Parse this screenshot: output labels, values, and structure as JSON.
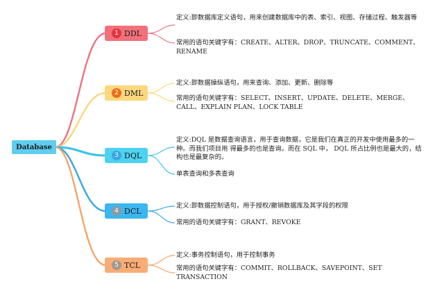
{
  "root": {
    "label": "Database"
  },
  "branches": [
    {
      "id": "ddl",
      "number": "1",
      "label": "DDL",
      "color": "#f2707c",
      "badge_color": "#e5333f",
      "items": [
        "定义:即数据库定义语句，用来创建数据库中的表、索引、视图、存储过程、触发器等",
        "常用的语句关键字有：CREATE、ALTER、DROP、TRUNCATE、COMMENT、RENAME"
      ]
    },
    {
      "id": "dml",
      "number": "2",
      "label": "DML",
      "color": "#fbd77e",
      "badge_color": "#ea6f16",
      "items": [
        "定义:即数据操纵语句，用来查询、添加、更新、删除等",
        "常用的语句关键字有：SELECT、INSERT、UPDATE、DELETE、MERGE、CALL、EXPLAIN PLAN、LOCK TABLE"
      ]
    },
    {
      "id": "dql",
      "number": "3",
      "label": "DQL",
      "color": "#4dd3f0",
      "badge_color": "#3aa7e6",
      "items": [
        "定义:DQL 是数据查询语言，用于查询数据，它是我们在真正的开发中使用最多的一种。而我们项目用 得最多的也是查询。而在 SQL 中， DQL 所占比例也是最大的，结构也是最复杂的。",
        "单表查询和多表查询"
      ]
    },
    {
      "id": "dcl",
      "number": "4",
      "label": "DCL",
      "color": "#3cb6ee",
      "badge_color": "#8a9aa3",
      "items": [
        "定义:即数据控制语句，用于授权/撤销数据库及其字段的权限",
        "常用的语句关键字有：GRANT、REVOKE"
      ]
    },
    {
      "id": "tcl",
      "number": "5",
      "label": "TCL",
      "color": "#f8ad76",
      "badge_color": "#a6998f",
      "items": [
        "定义:事务控制语句，用于控制事务",
        "常用的语句关键字有：COMMIT、ROLLBACK、SAVEPOINT、SET TRANSACTION"
      ]
    }
  ],
  "colors": {
    "root": "#5ecdf0",
    "link_ddl": "#f1707f",
    "link_dml": "#fbd77e",
    "link_dql": "#3fc3ea",
    "link_dcl": "#37a7e6",
    "link_tcl": "#f5a466"
  }
}
